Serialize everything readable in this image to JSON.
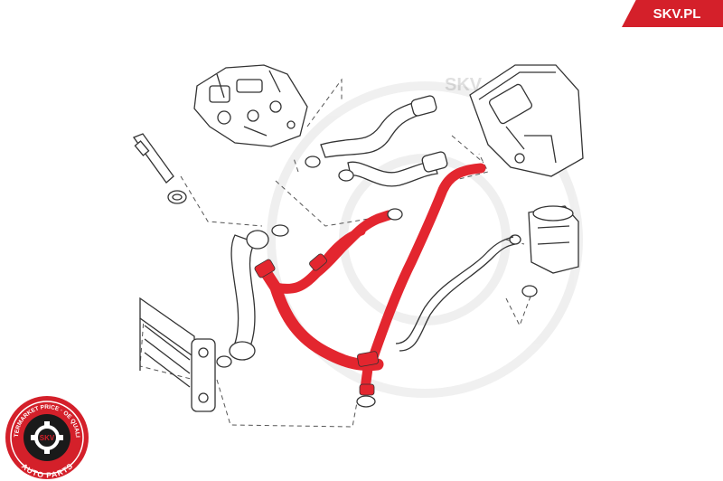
{
  "brand": {
    "label": "SKV.PL",
    "color": "#d4202a"
  },
  "logo": {
    "top_text": "AFTERMARKET PRICE · OE QUALITY",
    "center_text": "SKV",
    "bottom_text": "AUTO PARTS",
    "ring_color": "#d4202a",
    "inner_color": "#1a1a1a"
  },
  "watermark": {
    "text": "SKV"
  },
  "colors": {
    "highlight_hose": "#e3262f",
    "line_art": "#333333",
    "leader_line": "#555555"
  },
  "icons": {
    "engine": "engine-block-icon",
    "heater": "heater-box-icon",
    "reservoir": "expansion-tank-icon",
    "radiator": "radiator-icon",
    "sensor": "sensor-pipe-icon"
  }
}
